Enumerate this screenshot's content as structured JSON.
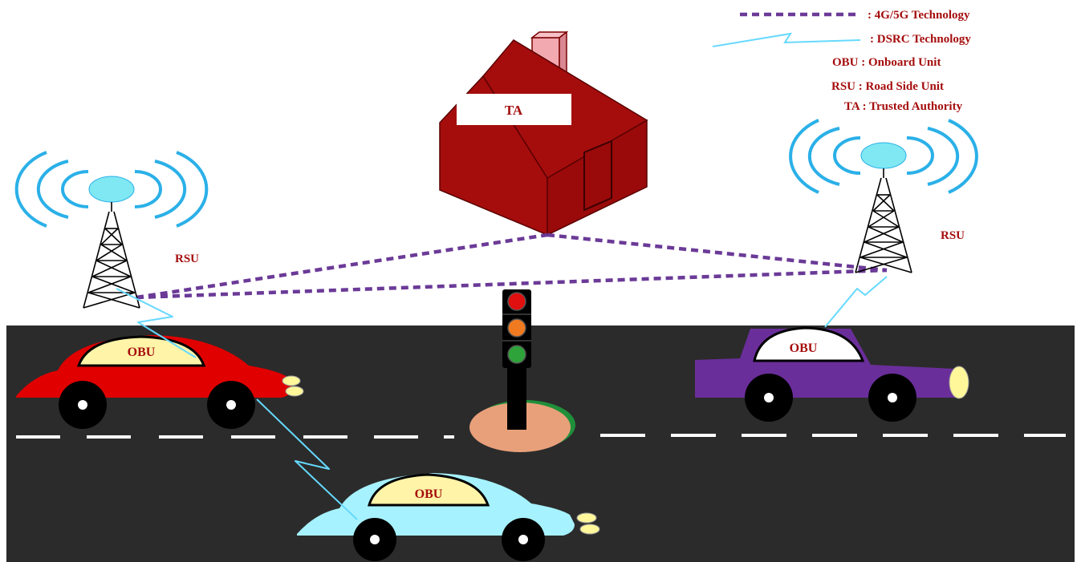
{
  "legend": {
    "items": [
      {
        "label": ": 4G/5G Technology",
        "icon": "dotted-line-icon",
        "color": "#6b3a97"
      },
      {
        "label": ": DSRC Technology",
        "icon": "lightning-line-icon",
        "color": "#66d9ff"
      },
      {
        "label": "OBU : Onboard Unit"
      },
      {
        "label": "RSU : Road Side Unit"
      },
      {
        "label": "TA : Trusted Authority"
      }
    ]
  },
  "ta": {
    "label": "TA",
    "color": "#a50d0d"
  },
  "rsu_left": {
    "label": "RSU"
  },
  "rsu_right": {
    "label": "RSU"
  },
  "cars": [
    {
      "label": "OBU",
      "color": "#e00000"
    },
    {
      "label": "OBU",
      "color": "#a6f2ff"
    },
    {
      "label": "OBU",
      "color": "#6a2e9a"
    }
  ],
  "traffic_light": {
    "colors": [
      "#e01010",
      "#f07a20",
      "#2ea33a"
    ]
  },
  "colors": {
    "road": "#2b2b2b",
    "label": "#a50d0d",
    "link_4g": "#6b3a97",
    "link_dsrc": "#66d9ff",
    "signal_wave": "#2bb0e8"
  }
}
